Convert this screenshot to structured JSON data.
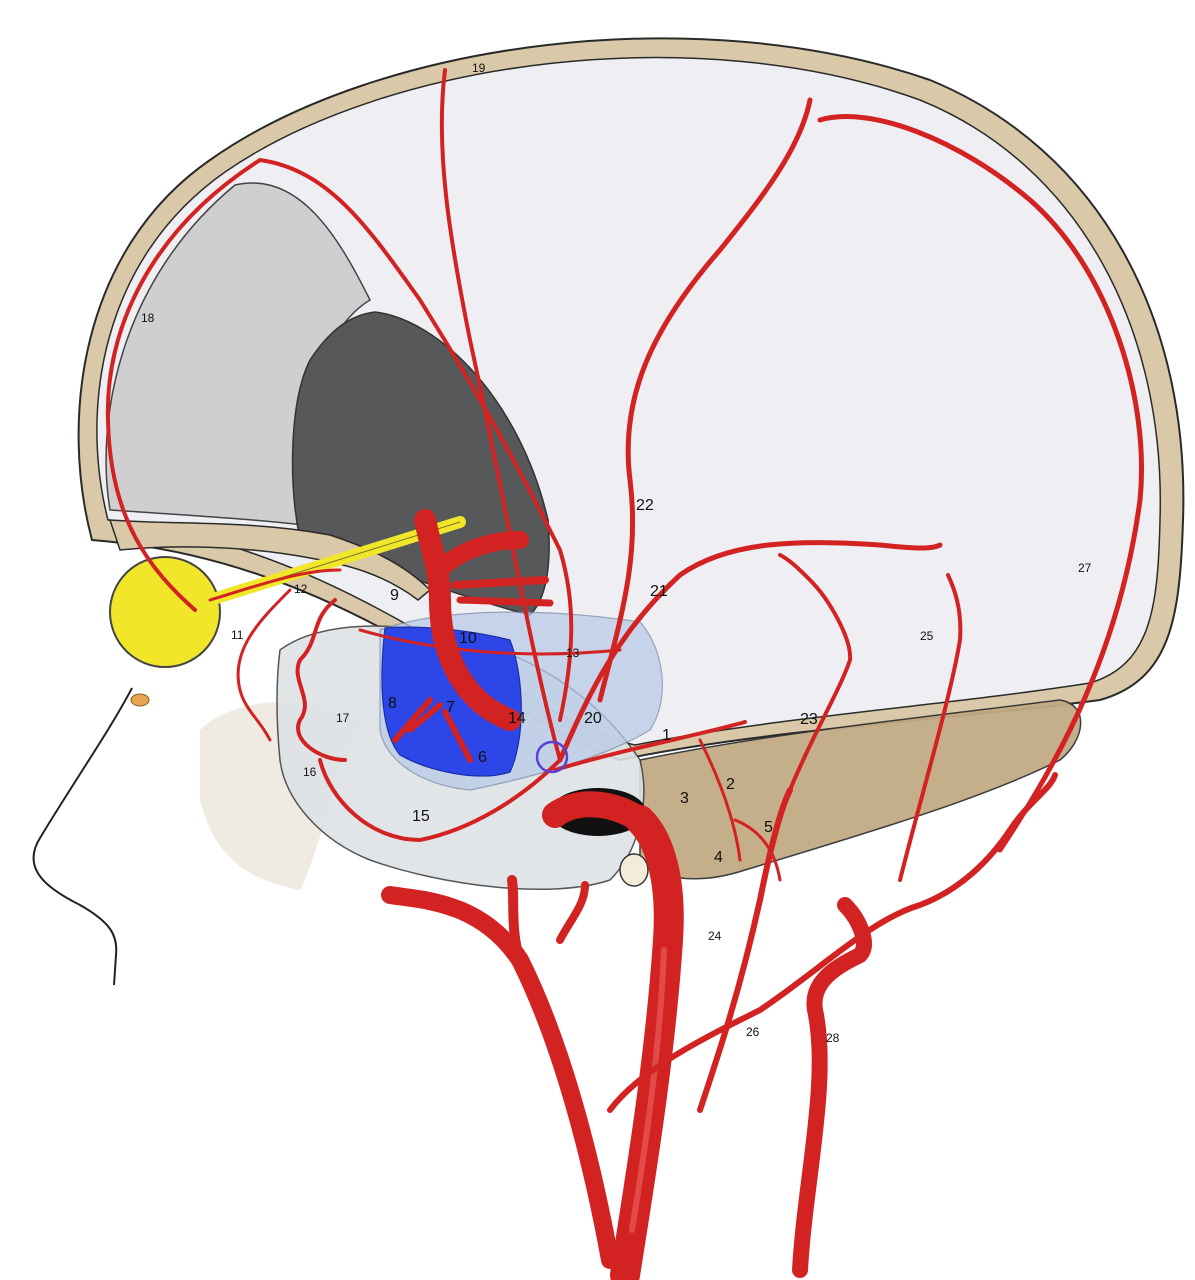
{
  "colors": {
    "artery": "#d32222",
    "artery_highlight": "#f06a6a",
    "skull": "#d9c9a8",
    "skull_outline": "#2a2a2a",
    "brain_area": "#eeeef3",
    "falx_light": "#cfcfd1",
    "falx_dark": "#56585a",
    "cavernous_blue": "#2d46e8",
    "tentorium_light": "#b9cbe8",
    "eye_yellow": "#f2e62a",
    "petrous_tan": "#c2aa84",
    "circle_marker": "#5b3fd6"
  },
  "labels": [
    {
      "id": "1",
      "text": "1"
    },
    {
      "id": "2",
      "text": "2"
    },
    {
      "id": "3",
      "text": "3"
    },
    {
      "id": "4",
      "text": "4"
    },
    {
      "id": "5",
      "text": "5"
    },
    {
      "id": "6",
      "text": "6"
    },
    {
      "id": "7",
      "text": "7"
    },
    {
      "id": "8",
      "text": "8"
    },
    {
      "id": "9",
      "text": "9"
    },
    {
      "id": "10",
      "text": "10"
    },
    {
      "id": "11",
      "text": "11"
    },
    {
      "id": "12",
      "text": "12"
    },
    {
      "id": "13",
      "text": "13"
    },
    {
      "id": "14",
      "text": "14"
    },
    {
      "id": "15",
      "text": "15"
    },
    {
      "id": "16",
      "text": "16"
    },
    {
      "id": "17",
      "text": "17"
    },
    {
      "id": "18",
      "text": "18"
    },
    {
      "id": "19",
      "text": "19"
    },
    {
      "id": "20",
      "text": "20"
    },
    {
      "id": "21",
      "text": "21"
    },
    {
      "id": "22",
      "text": "22"
    },
    {
      "id": "23",
      "text": "23"
    },
    {
      "id": "24",
      "text": "24"
    },
    {
      "id": "25",
      "text": "25"
    },
    {
      "id": "26",
      "text": "26"
    },
    {
      "id": "27",
      "text": "27"
    },
    {
      "id": "28",
      "text": "28"
    }
  ]
}
